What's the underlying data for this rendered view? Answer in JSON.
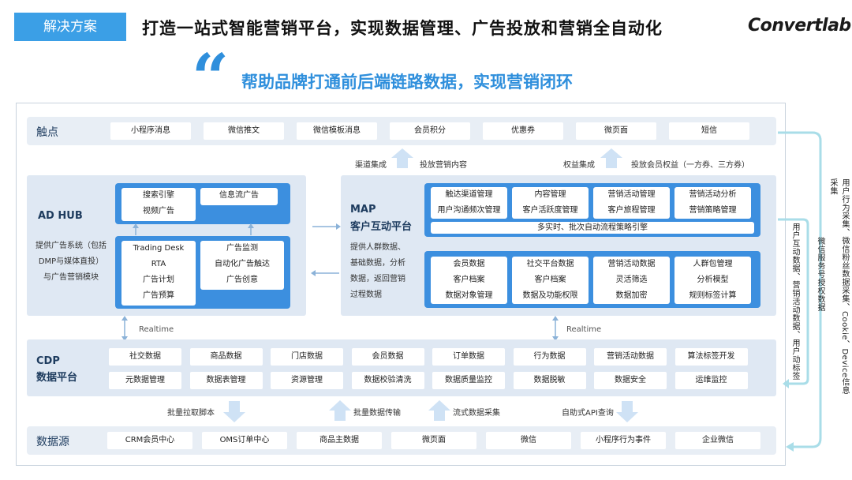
{
  "header": {
    "tag": "解决方案",
    "title": "打造一站式智能营销平台，实现数据管理、广告投放和营销全自动化",
    "logo": "Convertlab",
    "quote_mark": "“",
    "subtitle": "帮助品牌打通前后端链路数据，实现营销闭环"
  },
  "touchpoints": {
    "label": "触点",
    "items": [
      "小程序消息",
      "微信推文",
      "微信模板消息",
      "会员积分",
      "优惠券",
      "微页面",
      "短信"
    ]
  },
  "top_flow": {
    "left_a": "渠道集成",
    "left_b": "投放营销内容",
    "right_a": "权益集成",
    "right_b": "投放会员权益（一方券、三方券）"
  },
  "adhub": {
    "title": "AD HUB",
    "desc": "提供广告系统（包括DMP与媒体直投）与广告营销模块",
    "top_left": [
      "搜索引擎",
      "视频广告"
    ],
    "top_right": [
      "信息流广告"
    ],
    "bottom_left": [
      "Trading Desk",
      "RTA",
      "广告计划",
      "广告预算"
    ],
    "bottom_right": [
      "广告监测",
      "自动化广告触达",
      "广告创意"
    ]
  },
  "map": {
    "title_line1": "MAP",
    "title_line2": "客户互动平台",
    "desc": "提供人群数据、基础数据，分析数据，返回营销过程数据",
    "top_cards": [
      [
        "触达渠道管理",
        "用户沟通频次管理"
      ],
      [
        "内容管理",
        "客户活跃度管理"
      ],
      [
        "营销活动管理",
        "客户旅程管理"
      ],
      [
        "营销活动分析",
        "营销策略管理"
      ]
    ],
    "engine": "多实时、批次自动流程策略引擎",
    "bottom_cards": [
      [
        "会员数据",
        "客户档案",
        "数据对象管理"
      ],
      [
        "社交平台数据",
        "客户档案",
        "数据及功能权限"
      ],
      [
        "营销活动数据",
        "灵活筛选",
        "数据加密"
      ],
      [
        "人群包管理",
        "分析模型",
        "规则标签计算"
      ]
    ]
  },
  "realtime": [
    "Realtime",
    "Realtime"
  ],
  "cdp": {
    "title_line1": "CDP",
    "title_line2": "数据平台",
    "row1": [
      "社交数据",
      "商品数据",
      "门店数据",
      "会员数据",
      "订单数据",
      "行为数据",
      "营销活动数据",
      "算法标签开发"
    ],
    "row2": [
      "元数据管理",
      "数据表管理",
      "资源管理",
      "数据校验清洗",
      "数据质量监控",
      "数据脱敏",
      "数据安全",
      "运维监控"
    ]
  },
  "bottom_flow": [
    "批量拉取脚本",
    "批量数据传输",
    "流式数据采集",
    "自助式API查询"
  ],
  "datasource": {
    "label": "数据源",
    "items": [
      "CRM会员中心",
      "OMS订单中心",
      "商品主数据",
      "微页面",
      "微信",
      "小程序行为事件",
      "企业微信"
    ]
  },
  "side": {
    "outer_line1": "用户行为采集、微信粉丝数据采集、Cookie、Device信息采集",
    "outer_line2": "微信服务号授权数据",
    "inner": "用户互动数据、营销活动数据、用户动标签"
  },
  "colors": {
    "accent": "#3c8fdf",
    "brand_tag": "#3b9fe6",
    "panel_bg": "#e8eef5",
    "loop_line": "#a9dde8"
  }
}
